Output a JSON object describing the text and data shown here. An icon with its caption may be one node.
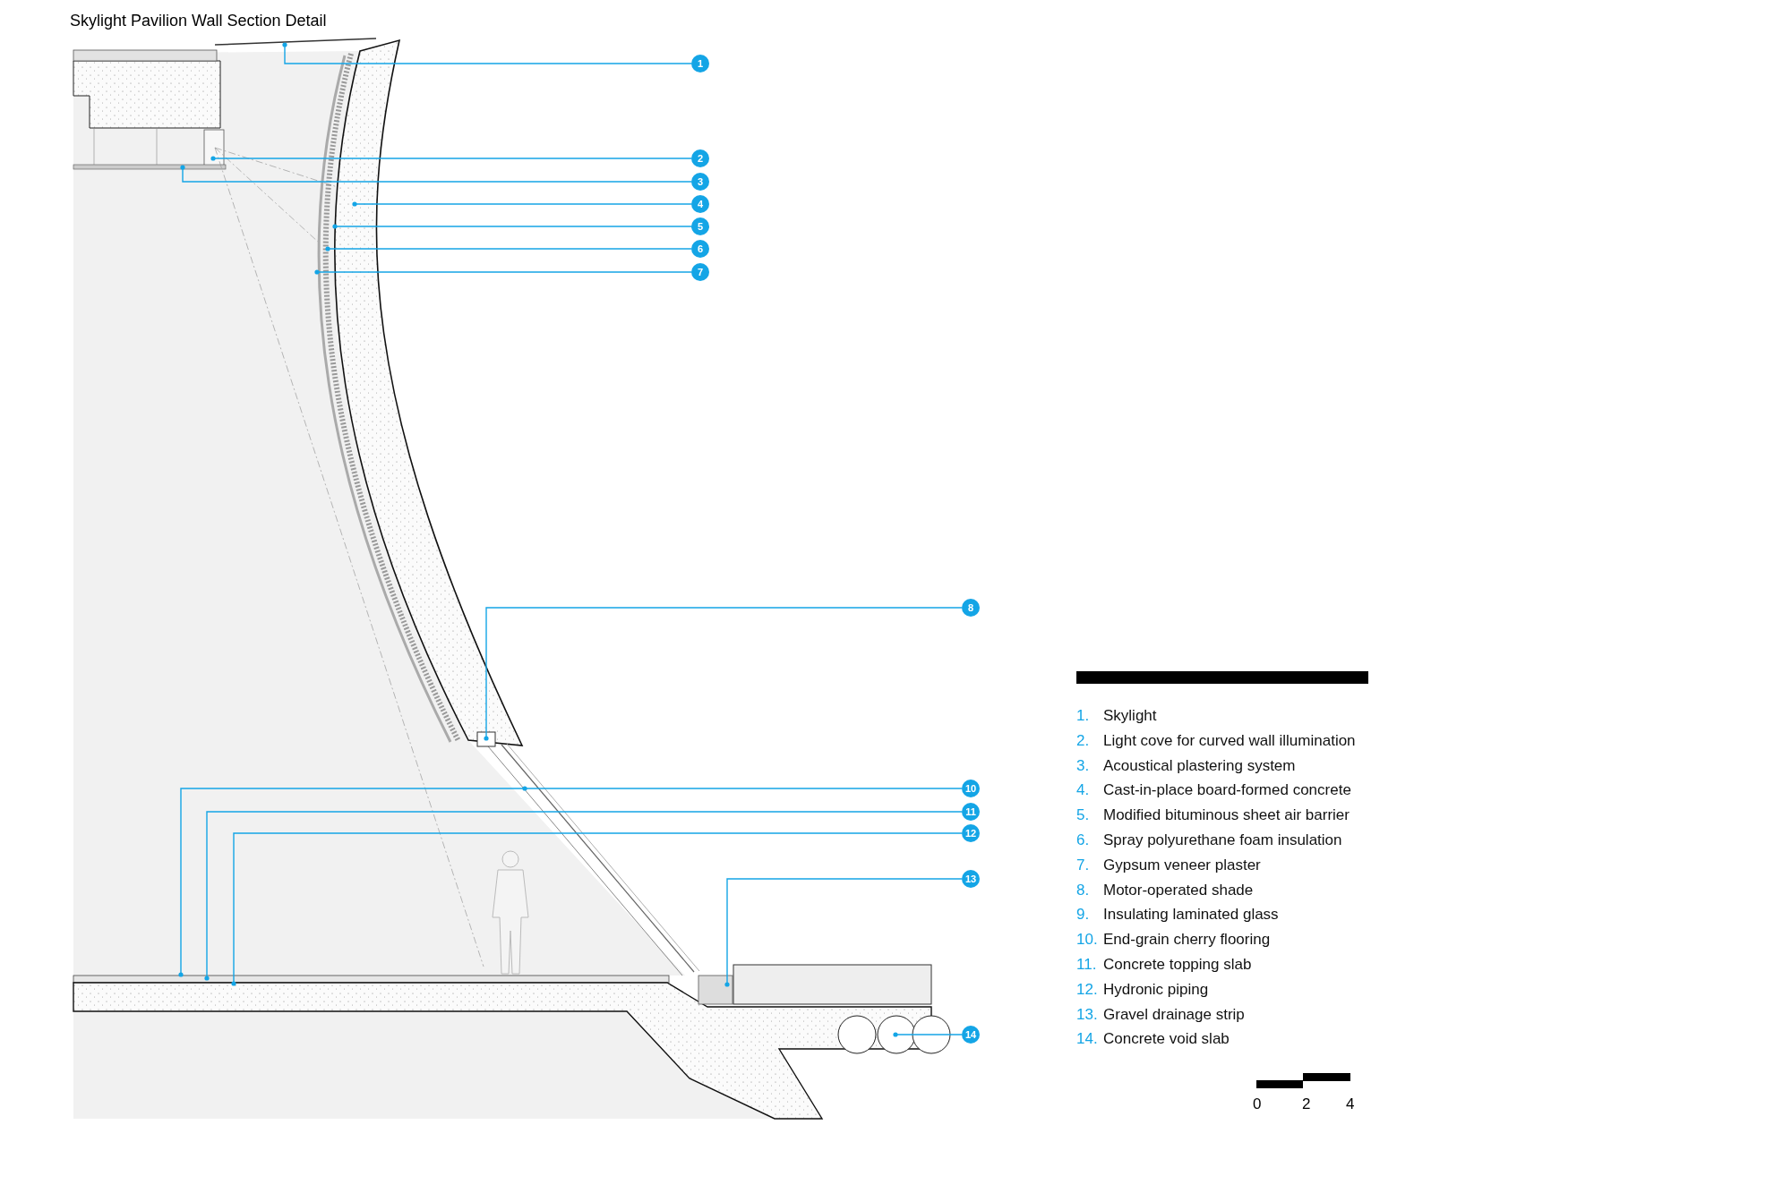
{
  "diagram": {
    "title": "Skylight Pavilion Wall Section Detail",
    "nodes": [
      {
        "text": [
          "1"
        ]
      },
      {
        "text": [
          "2"
        ]
      },
      {
        "text": [
          "3"
        ]
      },
      {
        "text": [
          "4"
        ]
      },
      {
        "text": [
          "5"
        ]
      },
      {
        "text": [
          "6"
        ]
      },
      {
        "text": [
          "7"
        ]
      },
      {
        "text": [
          "8"
        ]
      },
      {
        "text": [
          "10"
        ]
      },
      {
        "text": [
          "11"
        ]
      },
      {
        "text": [
          "12"
        ]
      },
      {
        "text": [
          "13"
        ]
      },
      {
        "text": [
          "14"
        ]
      }
    ],
    "edges": [
      {
        "from": 0,
        "to": null,
        "arrow": "other"
      },
      {
        "from": 1,
        "to": null,
        "arrow": "other"
      },
      {
        "from": 2,
        "to": null,
        "arrow": "other"
      },
      {
        "from": 3,
        "to": null,
        "arrow": "other"
      },
      {
        "from": 4,
        "to": null,
        "arrow": "other"
      },
      {
        "from": 5,
        "to": null,
        "arrow": "other"
      },
      {
        "from": 6,
        "to": null,
        "arrow": "other"
      },
      {
        "from": 7,
        "to": null,
        "arrow": "other"
      },
      {
        "from": 8,
        "to": null,
        "arrow": "other"
      },
      {
        "from": 9,
        "to": null,
        "arrow": "other"
      },
      {
        "from": 10,
        "to": null,
        "arrow": "other"
      },
      {
        "from": 11,
        "to": null,
        "arrow": "other"
      },
      {
        "from": 12,
        "to": null,
        "arrow": "other"
      }
    ],
    "labels": [
      "1.",
      "Skylight",
      "2.",
      "Light cove for curved wall illumination",
      "3.",
      "Acoustical plastering system",
      "4.",
      "Cast-in-place board-formed concrete",
      "5.",
      "Modified bituminous sheet air barrier",
      "6.",
      "Spray polyurethane foam insulation",
      "7.",
      "Gypsum veneer plaster",
      "8.",
      "Motor-operated shade",
      "9.",
      "Insulating laminated glass",
      "10.",
      "End-grain cherry flooring",
      "11.",
      "Concrete topping slab",
      "12.",
      "Hydronic piping",
      "13.",
      "Gravel drainage strip",
      "14.",
      "Concrete void slab",
      "0",
      "2",
      "4"
    ]
  }
}
